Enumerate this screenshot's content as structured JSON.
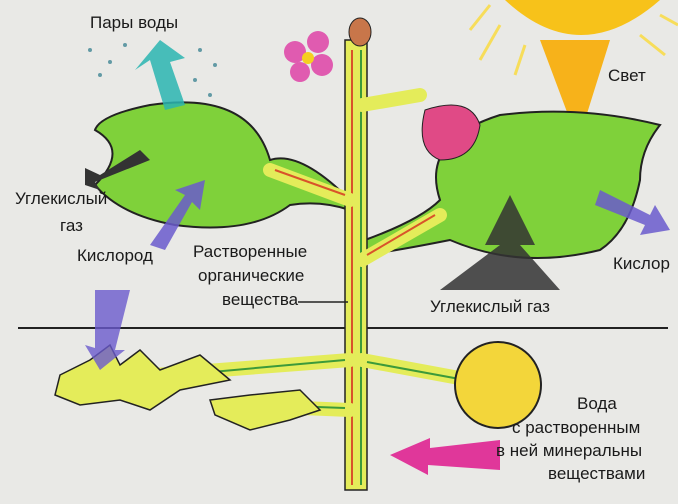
{
  "labels": {
    "water_vapor": "Пары воды",
    "light": "Свет",
    "co2_left_1": "Углекислый",
    "co2_left_2": "газ",
    "oxygen_left": "Кислород",
    "organic_1": "Растворенные",
    "organic_2": "органические",
    "organic_3": "вещества",
    "oxygen_right": "Кислор",
    "co2_right": "Углекислый газ",
    "water_1": "Вода",
    "water_2": "с растворенным",
    "water_3": "в ней минеральны",
    "water_4": "веществами"
  },
  "colors": {
    "leaf": "#7fd13a",
    "stem": "#e4ec5a",
    "organic_flow": "#d9532a",
    "water_flow": "#3c9a3a",
    "sun": "#f7c21a",
    "co2": "#333333",
    "oxygen": "#6a5acd",
    "minerals": "#e0379a",
    "vapor": "#2ab5b0"
  }
}
